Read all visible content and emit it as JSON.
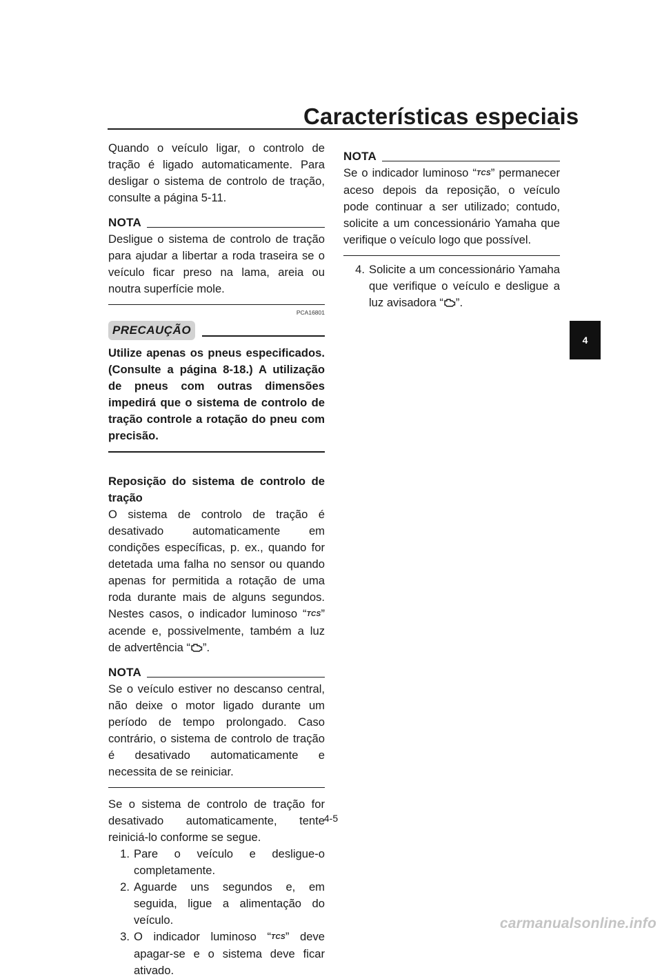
{
  "header": {
    "title": "Características especiais"
  },
  "left_column": {
    "intro": "Quando o veículo ligar, o controlo de tração é ligado automaticamente. Para desligar o sistema de controlo de tração, consulte a página 5-11.",
    "note1": {
      "label": "NOTA",
      "text": "Desligue o sistema de controlo de tração para ajudar a libertar a roda traseira se o veículo ficar preso na lama, areia ou noutra superfície mole."
    },
    "caution": {
      "code": "PCA16801",
      "label": "PRECAUÇÃO",
      "text": "Utilize apenas os pneus especificados. (Consulte a página 8-18.) A utilização de pneus com outras dimensões impedirá que o sistema de controlo de tração controle a rotação do pneu com precisão."
    },
    "reset": {
      "heading": "Reposição do sistema de controlo de tração",
      "p1_a": "O sistema de controlo de tração é desativado automaticamente em condições específicas, p. ex., quando for detetada uma falha no sensor ou quando apenas for permitida a rotação de uma roda durante mais de alguns segundos. Nestes casos, o indicador luminoso “",
      "p1_b": "” acende e, possivelmente, também a luz de advertência “",
      "p1_c": "”."
    },
    "note2": {
      "label": "NOTA",
      "text": "Se o veículo estiver no descanso central, não deixe o motor ligado durante um período de tempo prolongado. Caso contrário, o sistema de controlo de tração é desativado automaticamente e necessita de se reiniciar."
    },
    "restart_intro": "Se o sistema de controlo de tração for desativado automaticamente, tente reiniciá-lo conforme se segue.",
    "steps": [
      {
        "num": "1.",
        "text": "Pare o veículo e desligue-o completamente."
      },
      {
        "num": "2.",
        "text": "Aguarde uns segundos e, em seguida, ligue a alimentação do veículo."
      },
      {
        "num": "3.",
        "text_a": "O indicador luminoso “",
        "text_b": "” deve apagar-se e o sistema deve ficar ativado."
      }
    ]
  },
  "right_column": {
    "note3": {
      "label": "NOTA",
      "text_a": "Se o indicador luminoso “",
      "text_b": "” permanecer aceso depois da reposição, o veículo pode continuar a ser utilizado; contudo, solicite a um concessionário Yamaha que verifique o veículo logo que possível."
    },
    "step4": {
      "num": "4.",
      "text_a": "Solicite a um concessionário Yamaha que verifique o veículo e desligue a luz avisadora “",
      "text_b": "”."
    }
  },
  "icons": {
    "tcs": "TCS",
    "engine_warning": "engine-warning-icon"
  },
  "side_tab": "4",
  "page_number": "4-5",
  "watermark": "carmanualsonline.info"
}
